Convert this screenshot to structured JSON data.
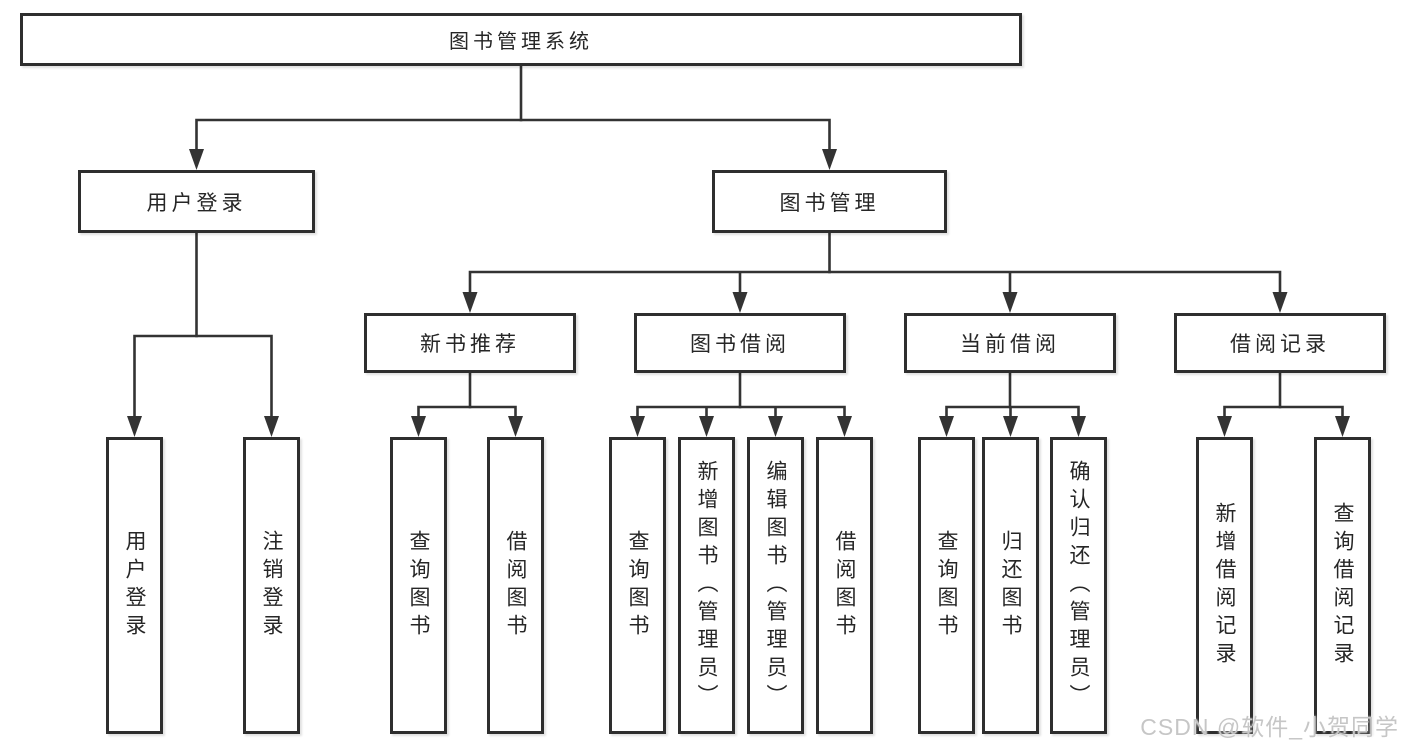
{
  "watermark": {
    "text": "CSDN @软件_小贺同学"
  },
  "colors": {
    "line": "#333333",
    "border": "#2e2e2e",
    "text": "#262626",
    "watermark": "#c6c6c6",
    "background": "#ffffff"
  },
  "nodes": {
    "root": {
      "label": "图书管理系统"
    },
    "level2": [
      {
        "label": "用户登录"
      },
      {
        "label": "图书管理"
      }
    ],
    "level3": [
      {
        "label": "新书推荐"
      },
      {
        "label": "图书借阅"
      },
      {
        "label": "当前借阅"
      },
      {
        "label": "借阅记录"
      }
    ],
    "leaves": {
      "user_login": [
        {
          "label": "用户登录"
        },
        {
          "label": "注销登录"
        }
      ],
      "new_books": [
        {
          "label": "查询图书"
        },
        {
          "label": "借阅图书"
        }
      ],
      "book_borrow": [
        {
          "label": "查询图书"
        },
        {
          "label": "新增图书（管理员）"
        },
        {
          "label": "编辑图书（管理员）"
        },
        {
          "label": "借阅图书"
        }
      ],
      "current_borrow": [
        {
          "label": "查询图书"
        },
        {
          "label": "归还图书"
        },
        {
          "label": "确认归还（管理员）"
        }
      ],
      "borrow_records": [
        {
          "label": "新增借阅记录"
        },
        {
          "label": "查询借阅记录"
        }
      ]
    }
  }
}
